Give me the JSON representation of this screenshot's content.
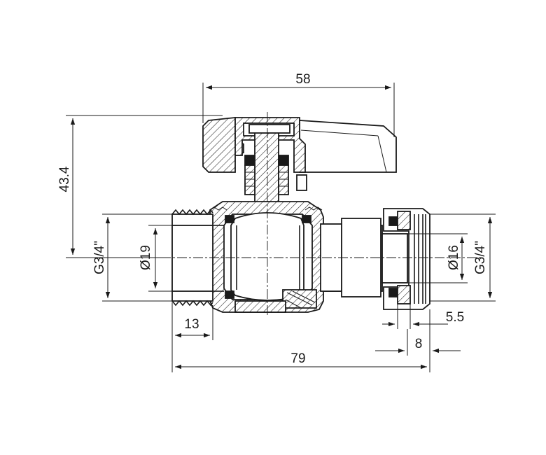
{
  "dimensions": {
    "overall_width": "58",
    "handle_height": "43.4",
    "left_thread": "G3/4\"",
    "bore_left": "Ø19",
    "bore_right": "Ø16",
    "right_thread": "G3/4\"",
    "thread_length": "13",
    "total_length": "79",
    "nut_offset": "5.5",
    "nut_width": "8"
  }
}
